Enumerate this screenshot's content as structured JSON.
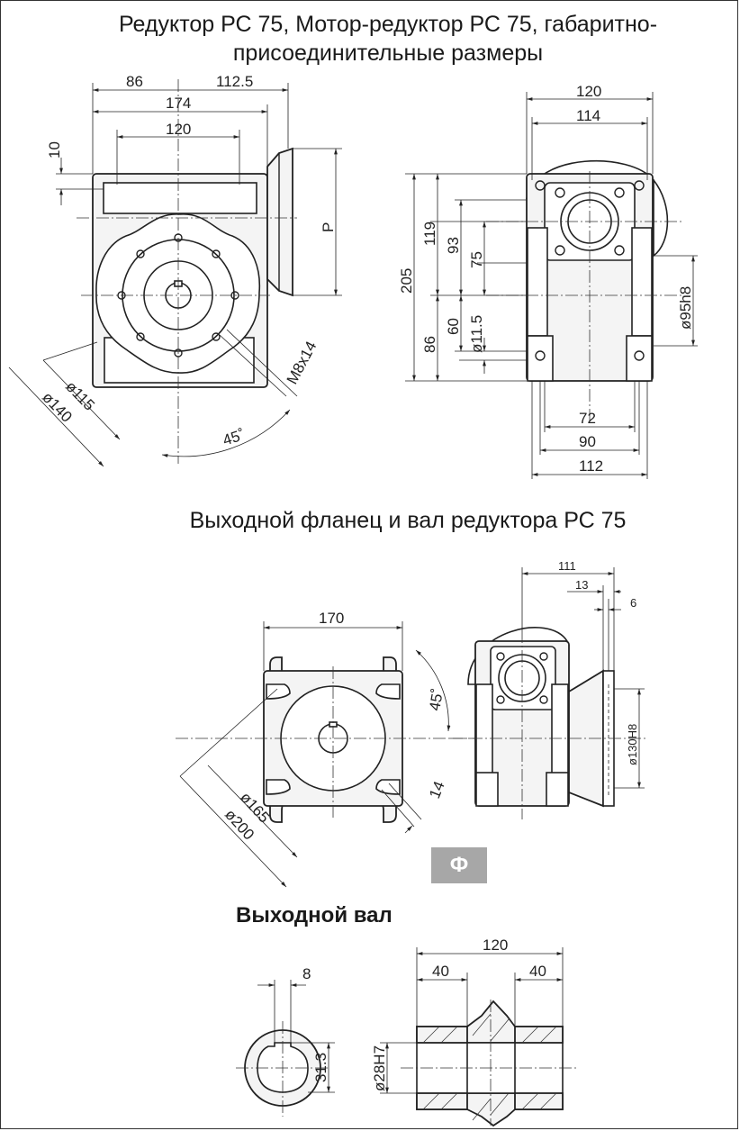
{
  "titles": {
    "line1": "Редуктор РС 75, Мотор-редуктор РС 75, габаритно-",
    "line2": "присоединительные размеры",
    "flange": "Выходной фланец и вал редуктора РС 75",
    "shaft": "Выходной вал"
  },
  "badge": {
    "label": "Ф",
    "color": "#a7a7a7"
  },
  "top_view": {
    "dims": {
      "d86": "86",
      "d112_5": "112.5",
      "d174": "174",
      "d120": "120",
      "d10": "10",
      "p": "P",
      "phi115": "ø115",
      "phi140": "ø140",
      "m8x14": "M8x14",
      "angle45": "45˚"
    }
  },
  "side_view": {
    "dims": {
      "d120": "120",
      "d114": "114",
      "d205": "205",
      "d119": "119",
      "d93": "93",
      "d75": "75",
      "d86": "86",
      "d60": "60",
      "phi11_5": "ø11.5",
      "phi95h8": "ø95h8",
      "d72": "72",
      "d90": "90",
      "d112": "112"
    }
  },
  "flange_view": {
    "dims": {
      "d170": "170",
      "angle45": "45˚",
      "phi165": "ø165",
      "phi200": "ø200",
      "d14": "14",
      "d111": "111",
      "d13": "13",
      "d6": "6",
      "phi130h8": "ø130H8"
    }
  },
  "shaft_view": {
    "dims": {
      "d8": "8",
      "d31_3": "31.3",
      "d120": "120",
      "d40a": "40",
      "d40b": "40",
      "phi28h7": "ø28H7"
    }
  }
}
